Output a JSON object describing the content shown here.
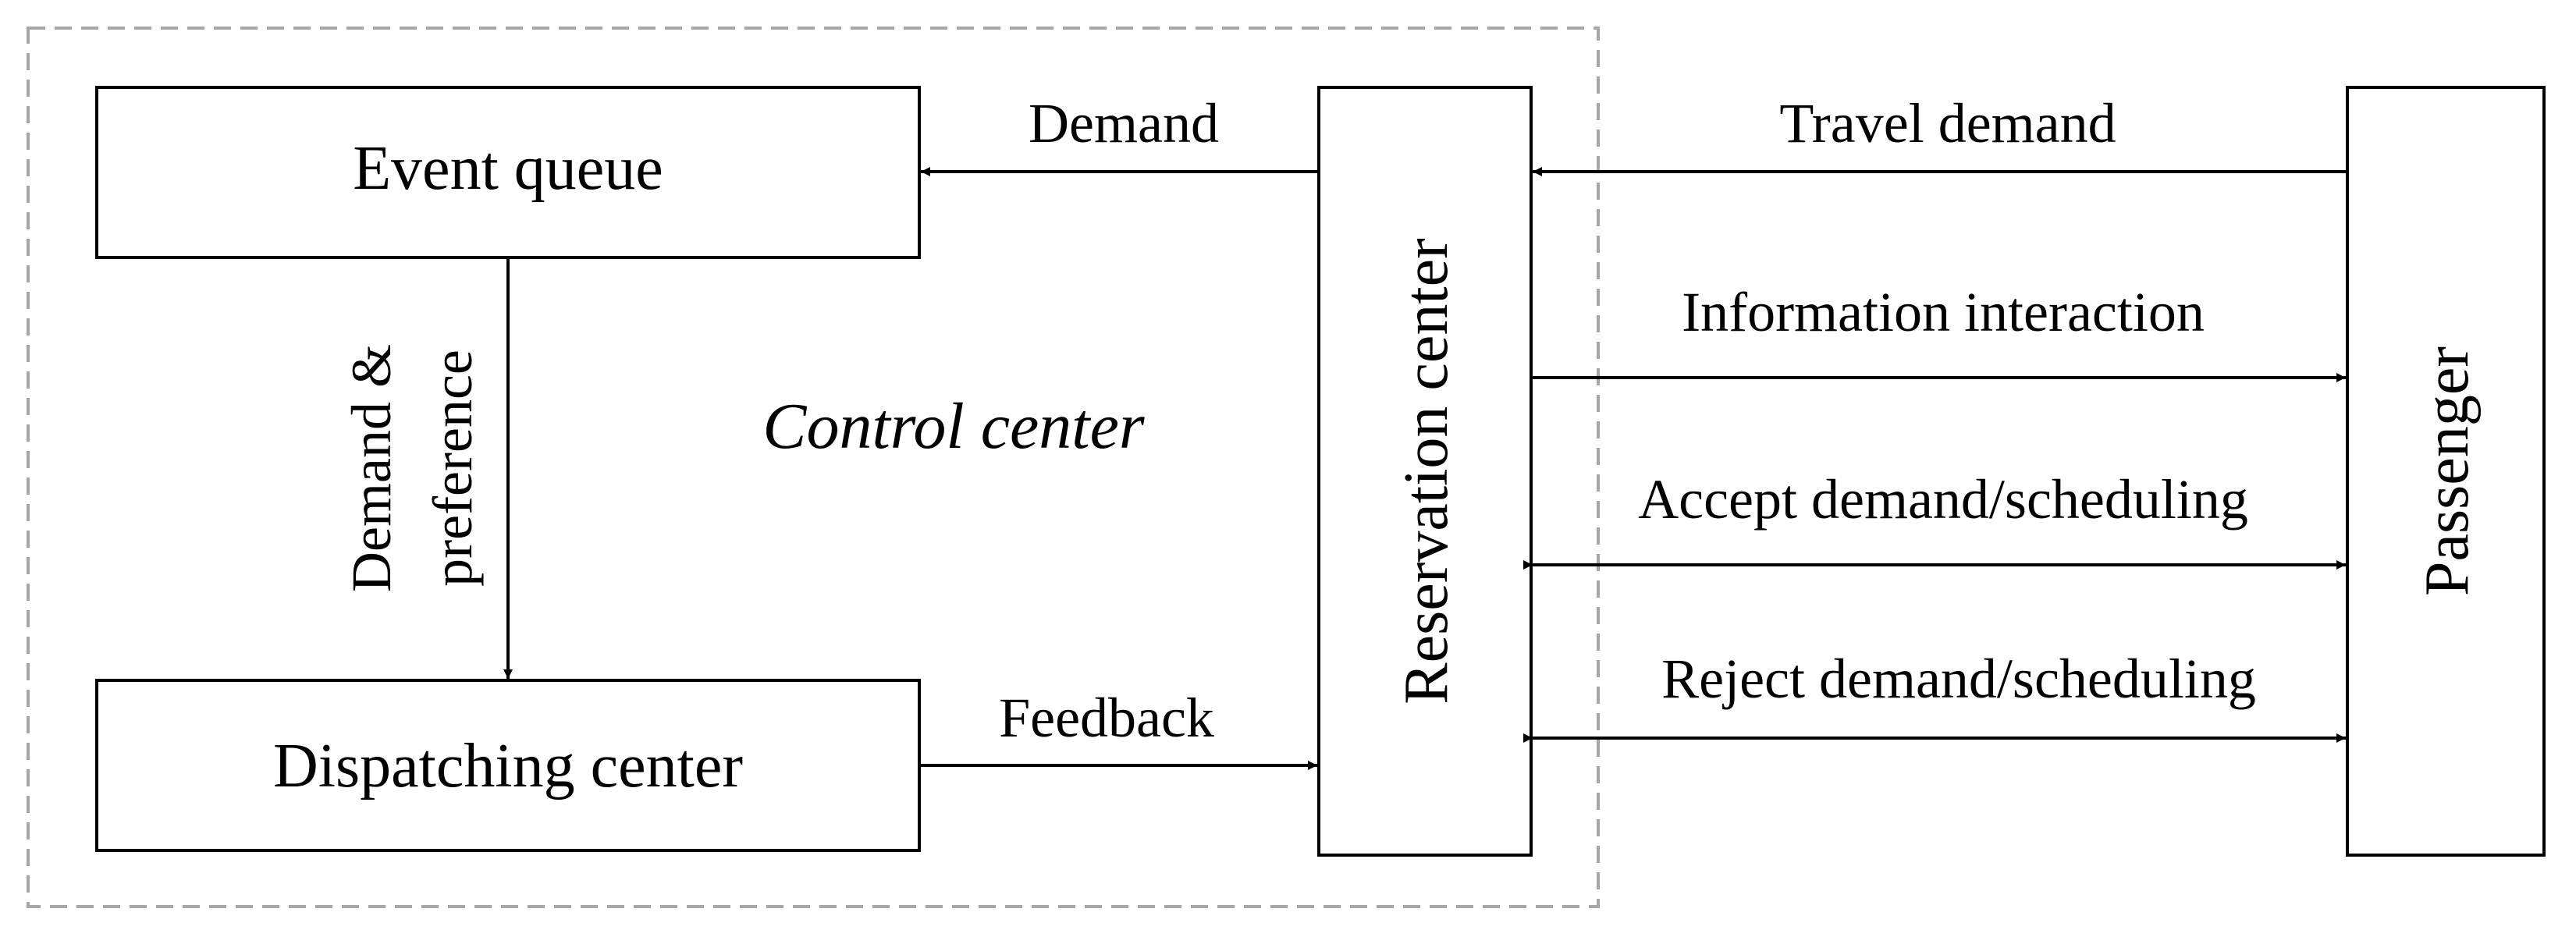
{
  "diagram": {
    "control_center_label": "Control center",
    "nodes": {
      "event_queue": "Event queue",
      "dispatching_center": "Dispatching center",
      "reservation_center": "Reservation center",
      "passenger": "Passenger"
    },
    "edges": {
      "demand": "Demand",
      "demand_preference_line1": "Demand &",
      "demand_preference_line2": "preference",
      "feedback": "Feedback",
      "travel_demand": "Travel demand",
      "information_interaction": "Information interaction",
      "accept": "Accept demand/scheduling",
      "reject": "Reject demand/scheduling"
    }
  },
  "colors": {
    "stroke": "#000000",
    "dashed_border": "#a6a6a6",
    "background": "#ffffff"
  }
}
